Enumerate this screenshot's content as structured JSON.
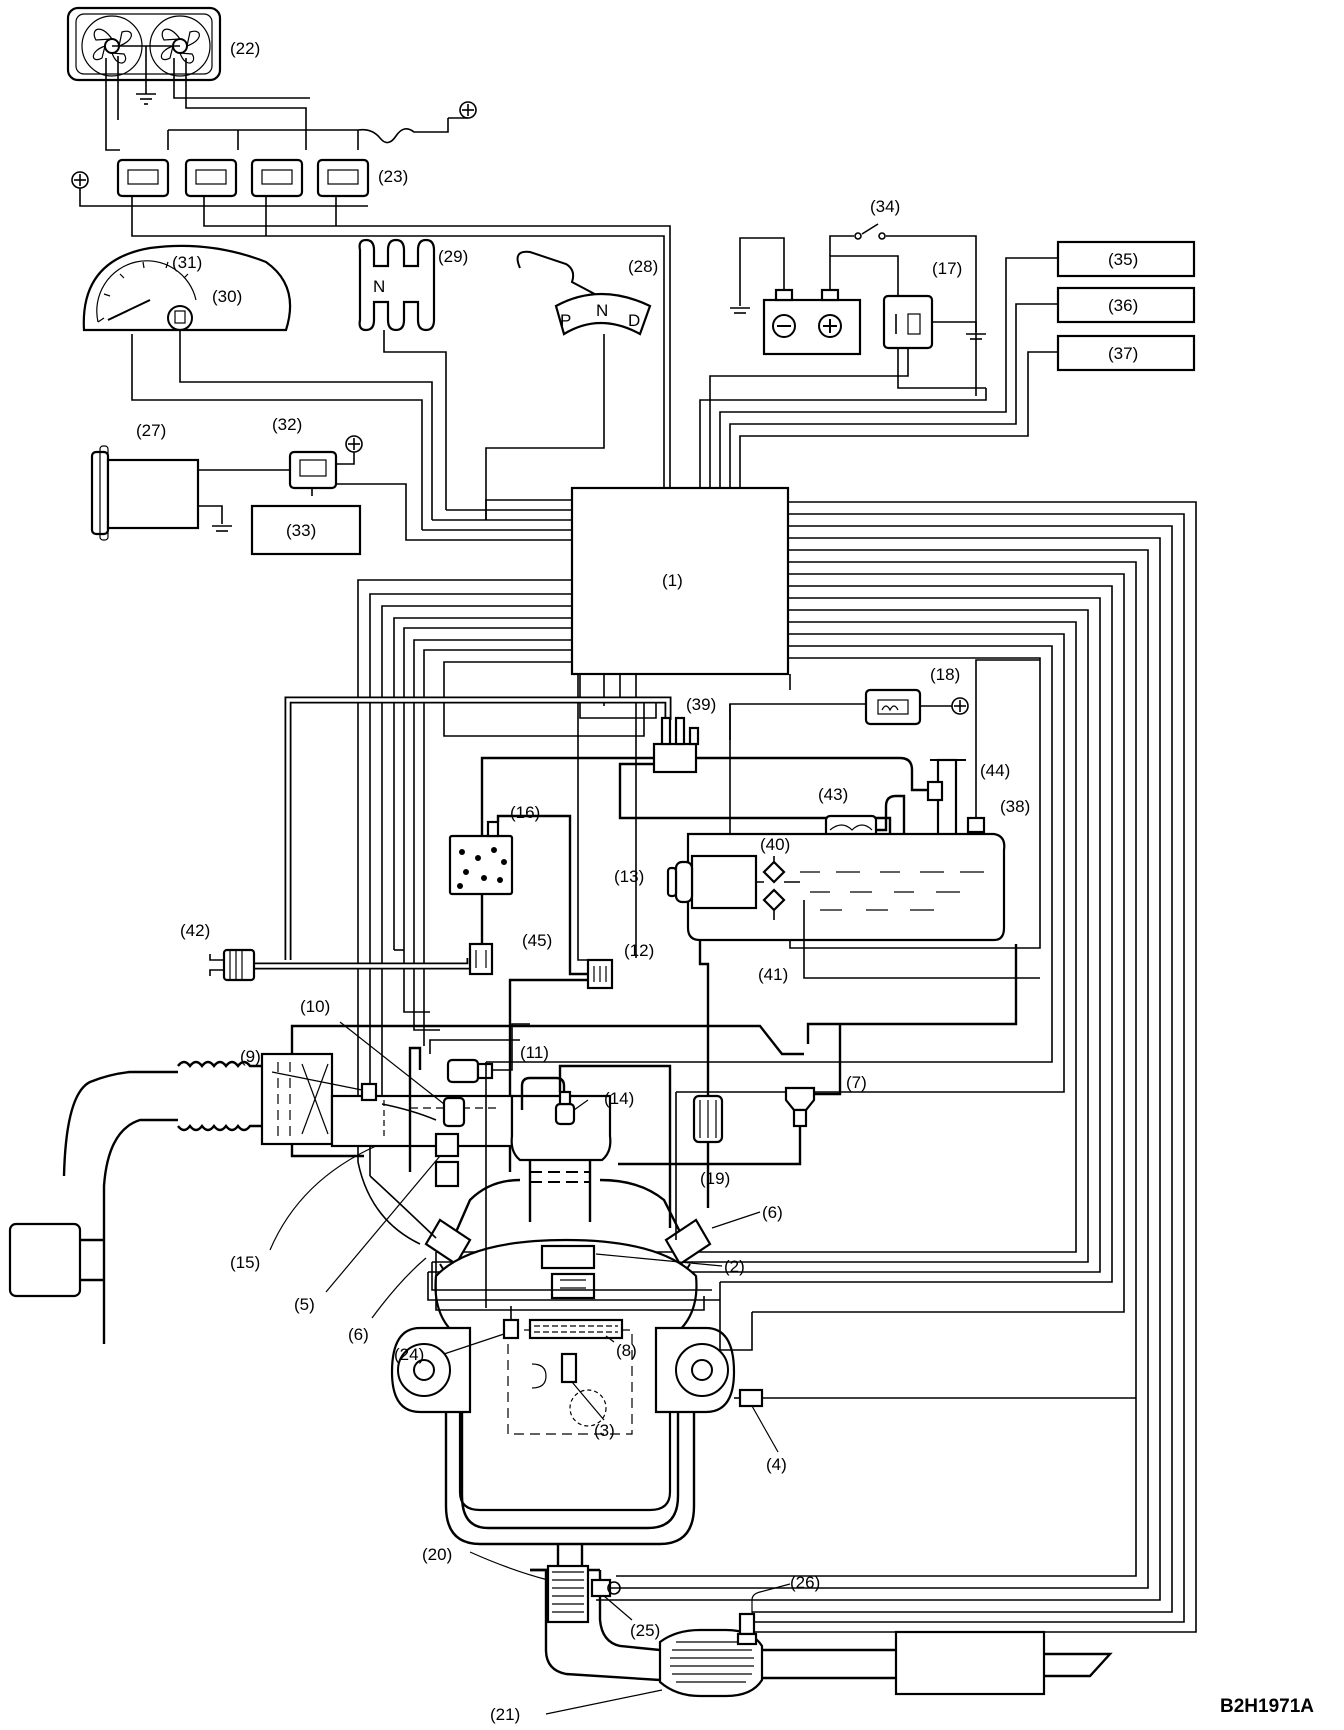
{
  "labels": {
    "c1": "(1)",
    "c2": "(2)",
    "c3": "(3)",
    "c4": "(4)",
    "c5": "(5)",
    "c6a": "(6)",
    "c6b": "(6)",
    "c7": "(7)",
    "c8": "(8)",
    "c9": "(9)",
    "c10": "(10)",
    "c11": "(11)",
    "c12": "(12)",
    "c13": "(13)",
    "c14": "(14)",
    "c15": "(15)",
    "c16": "(16)",
    "c17": "(17)",
    "c18": "(18)",
    "c19": "(19)",
    "c20": "(20)",
    "c21": "(21)",
    "c22": "(22)",
    "c23": "(23)",
    "c24": "(24)",
    "c25": "(25)",
    "c26": "(26)",
    "c27": "(27)",
    "c28": "(28)",
    "c29": "(29)",
    "c30": "(30)",
    "c31": "(31)",
    "c32": "(32)",
    "c33": "(33)",
    "c34": "(34)",
    "c35": "(35)",
    "c36": "(36)",
    "c37": "(37)",
    "c38": "(38)",
    "c39": "(39)",
    "c40": "(40)",
    "c41": "(41)",
    "c42": "(42)",
    "c43": "(43)",
    "c44": "(44)",
    "c45": "(45)"
  },
  "shifter_letters": {
    "p": "P",
    "n": "N",
    "d": "D"
  },
  "manual_neutral": "N",
  "figure_code": "B2H1971A",
  "colors": {
    "ink": "#000000",
    "paper": "#ffffff"
  }
}
